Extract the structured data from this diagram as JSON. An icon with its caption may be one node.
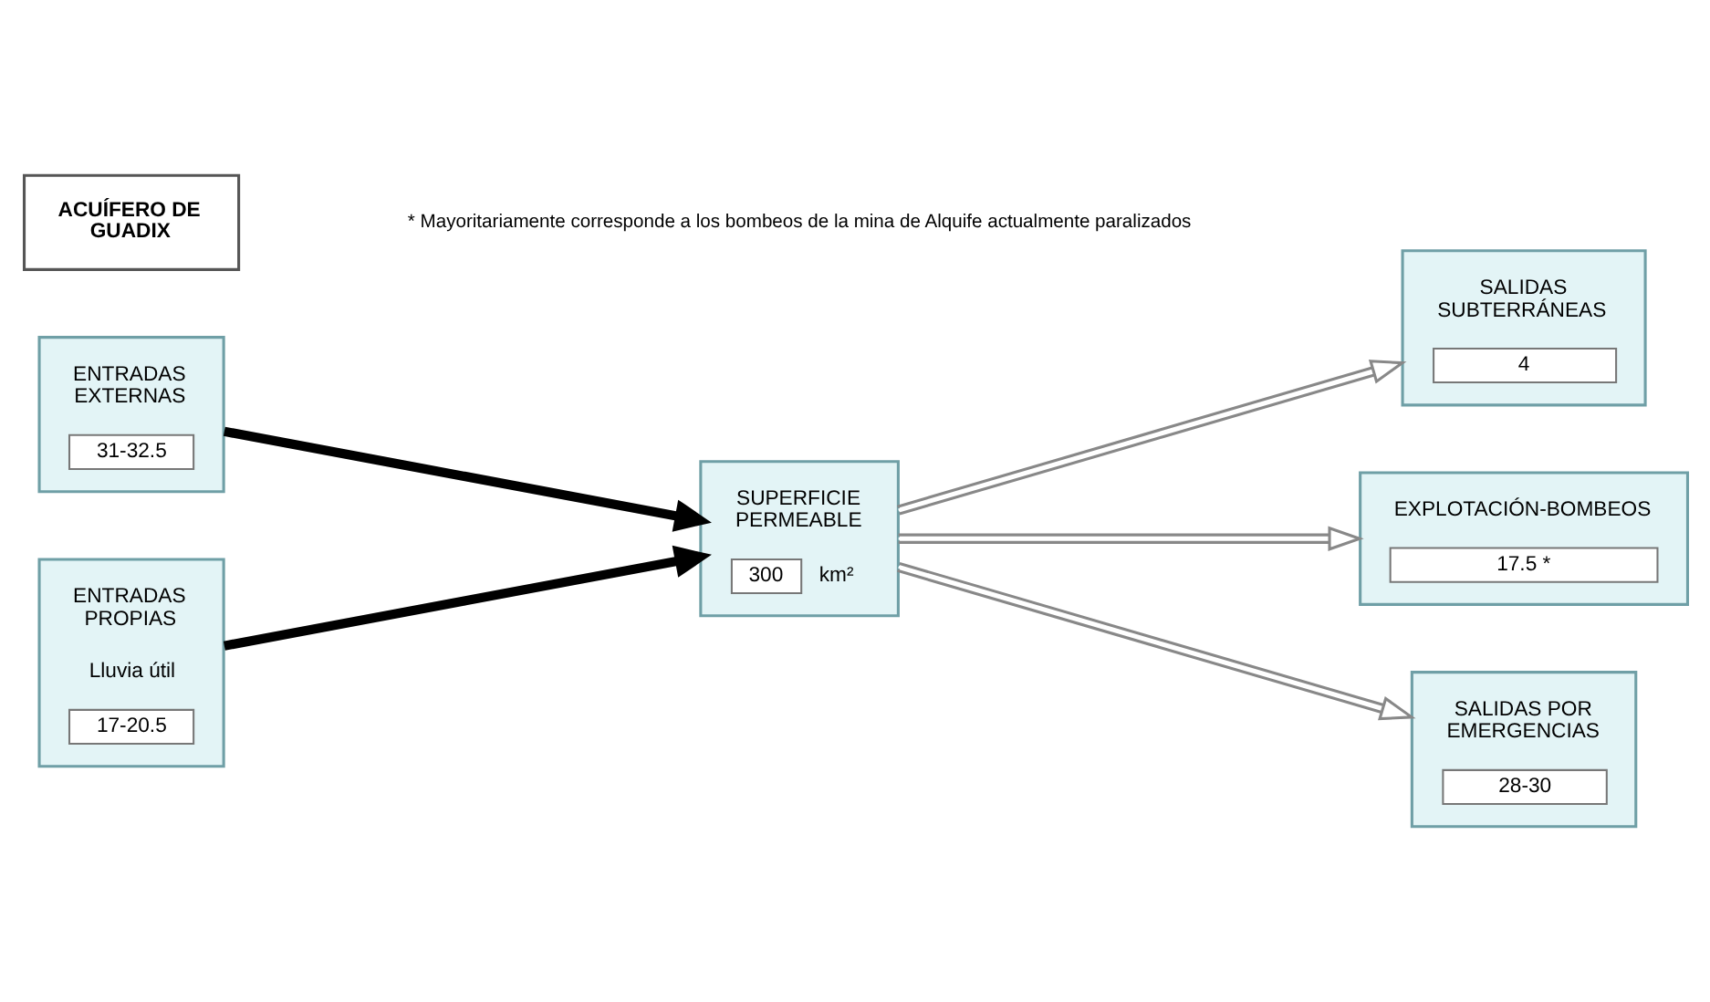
{
  "diagram": {
    "nodes": [
      {
        "text": [
          "ENTRADAS EXTERNAS",
          "31-32.5"
        ]
      },
      {
        "text": [
          "ENTRADAS PROPIAS",
          "Lluvia útil",
          "17-20.5"
        ]
      },
      {
        "text": [
          "SUPERFICIE PERMEABLE",
          "300",
          "km²"
        ]
      },
      {
        "text": [
          "SALIDAS SUBTERRÁNEAS",
          "4"
        ]
      },
      {
        "text": [
          "EXPLOTACIÓN-BOMBEOS",
          "17.5 *"
        ]
      },
      {
        "text": [
          "SALIDAS POR EMERGENCIAS",
          "28-30"
        ]
      },
      {
        "text": [
          "ACUÍFERO DE GUADIX"
        ]
      }
    ],
    "edges": [
      {
        "from": 0,
        "to": 2,
        "arrow": "to",
        "style": "thick",
        "color": "#000000"
      },
      {
        "from": 1,
        "to": 2,
        "arrow": "to",
        "style": "thick",
        "color": "#000000"
      },
      {
        "from": 2,
        "to": 3,
        "arrow": "to"
      },
      {
        "from": 2,
        "to": 4,
        "arrow": "to"
      },
      {
        "from": 2,
        "to": 5,
        "arrow": "to"
      }
    ],
    "labels": [
      "* Mayoritariamente corresponde a los bombeos de la mina de Alquife actualmente paralizados"
    ]
  }
}
